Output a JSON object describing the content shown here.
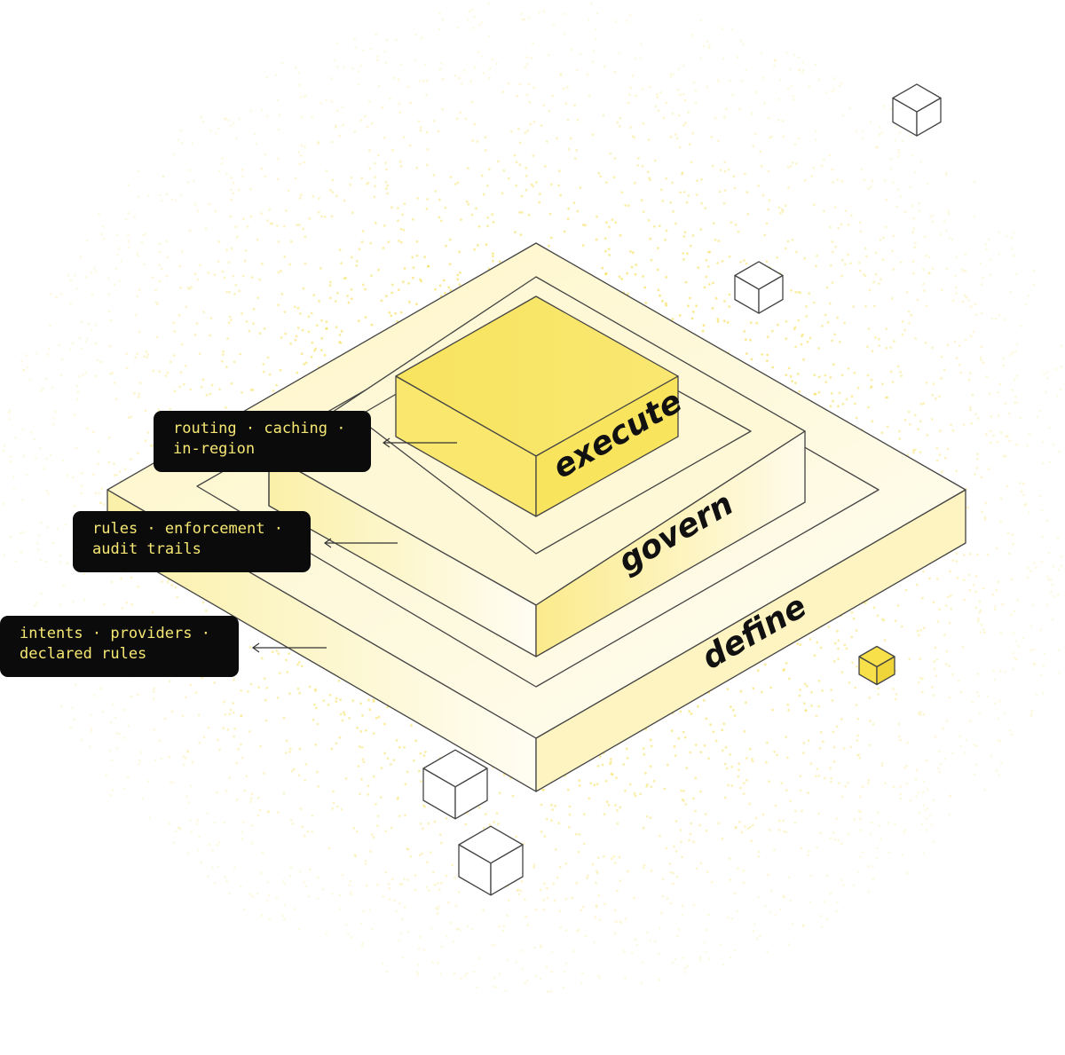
{
  "tiers": [
    {
      "name": "execute",
      "callout": [
        "routing · caching ·",
        "in-region"
      ]
    },
    {
      "name": "govern",
      "callout": [
        "rules · enforcement ·",
        "audit trails"
      ]
    },
    {
      "name": "define",
      "callout": [
        "intents · providers ·",
        "declared rules"
      ]
    }
  ],
  "colors": {
    "accent_yellow": "#f8e56a",
    "pale_yellow": "#fdf6c9",
    "dot_yellow": "#f4d93a",
    "outline": "#444444",
    "callout_bg": "#0b0b0b",
    "callout_text": "#f7e873"
  },
  "icons": [
    "cube-icon",
    "cube-icon-filled"
  ]
}
